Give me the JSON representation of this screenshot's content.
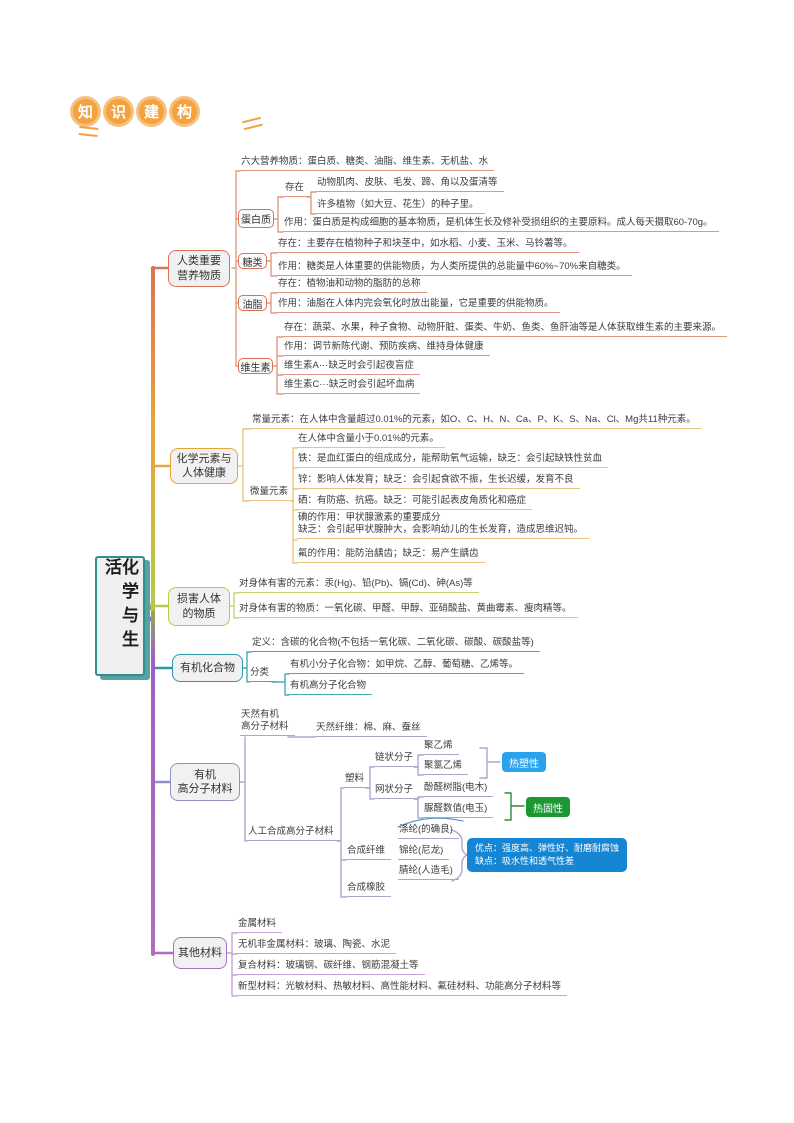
{
  "header_badge": {
    "characters": [
      "知",
      "识",
      "建",
      "构"
    ]
  },
  "root": {
    "title": "化学与生活"
  },
  "colors": {
    "coral": "#DB7257",
    "amber": "#E8A33D",
    "olive": "#B9C84B",
    "teal": "#2E96A8",
    "lavender": "#9092C6",
    "purple": "#AE6FC0",
    "badge_orange": "#F3A23F",
    "thermoplastic_blue": "#29A3EE",
    "thermoset_green": "#1C9833",
    "info_blue": "#1786D2"
  },
  "s1": {
    "node": [
      "人类重要",
      "营养物质"
    ],
    "overview": "六大营养物质：蛋白质、糖类、油脂、维生素、无机盐、水",
    "protein": {
      "label": "蛋白质",
      "exist_label": "存在",
      "exist1": "动物肌肉、皮肤、毛发、蹄、角以及蛋清等",
      "exist2": "许多植物（如大豆、花生）的种子里。",
      "role": "作用：蛋白质是构成细胞的基本物质，是机体生长及修补受损组织的主要原料。成人每天摄取60-70g。"
    },
    "sugar": {
      "label": "糖类",
      "exist": "存在：主要存在植物种子和块茎中，如水稻、小麦、玉米、马铃薯等。",
      "role": "作用：糖类是人体重要的供能物质，为人类所提供的总能量中60%~70%来自糖类。"
    },
    "fat": {
      "label": "油脂",
      "exist": "存在：植物油和动物的脂肪的总称",
      "role": "作用：油脂在人体内完会氧化时放出能量，它是重要的供能物质。"
    },
    "vitamin": {
      "label": "维生素",
      "exist": "存在：蔬菜、水果，种子食物、动物肝脏、蛋类、牛奶、鱼类、鱼肝油等是人体获取维生素的主要来源。",
      "role": "作用：调节新陈代谢、预防疾病、维持身体健康",
      "va": "维生素A···缺乏时会引起夜盲症",
      "vc": "维生素C···缺乏时会引起坏血病"
    }
  },
  "s2": {
    "node": [
      "化学元素与",
      "人体健康"
    ],
    "macro": "常量元素：在人体中含量超过0.01%的元素，如O、C、H、N、Ca、P、K、S、Na、Cl、Mg共11种元素。",
    "micro_label": "微量元素",
    "micro_def": "在人体中含量小于0.01%的元素。",
    "iron": "铁：是血红蛋白的组成成分，能帮助氧气运输，缺乏：会引起缺铁性贫血",
    "zinc": "锌：影响人体发育；缺乏：会引起食欲不振，生长迟缓，发育不良",
    "selenium": "硒：有防癌、抗癌。缺乏：可能引起表皮角质化和癌症",
    "iodine1": "碘的作用：甲状腺激素的重要成分",
    "iodine2": "缺乏：会引起甲状腺肿大，会影响幼儿的生长发育，造成思维迟钝。",
    "fluorine": "氟的作用：能防治龋齿；缺乏：易产生龋齿"
  },
  "s3": {
    "node": [
      "损害人体",
      "的物质"
    ],
    "elements": "对身体有害的元素：汞(Hg)、铅(Pb)、镉(Cd)、砷(As)等",
    "substances": "对身体有害的物质：一氧化碳、甲醛、甲醇、亚硝酸盐、黄曲霉素、瘦肉精等。"
  },
  "s4": {
    "node": [
      "有机化合物"
    ],
    "definition": "定义：含碳的化合物(不包括一氧化碳、二氧化碳、碳酸、碳酸盐等)",
    "category_label": "分类",
    "small": "有机小分子化合物：如甲烷、乙醇、葡萄糖、乙烯等。",
    "big": "有机高分子化合物"
  },
  "s5": {
    "node": [
      "有机",
      "高分子材料"
    ],
    "natural": [
      "天然有机",
      "高分子材料"
    ],
    "natural_fiber": "天然纤维：棉、麻、蚕丝",
    "synthetic_label": "人工合成高分子材料",
    "plastic_label": "塑料",
    "chain_label": "链状分子",
    "pe": "聚乙烯",
    "pvc": "聚氯乙烯",
    "thermoplastic_badge": "热塑性",
    "network_label": "网状分子",
    "phenolic": "酚醛树脂(电木)",
    "urea": "脲醛数值(电玉)",
    "thermoset_badge": "热固性",
    "fiber_label": "合成纤维",
    "polyester": "涤纶(的确良)",
    "nylon": "锦纶(尼龙)",
    "acrylic": "腈纶(人造毛)",
    "fiber_pros": "优点：强度高、弹性好、耐磨耐腐蚀",
    "fiber_cons": "缺点：吸水性和透气性差",
    "rubber_label": "合成橡胶"
  },
  "s6": {
    "node": [
      "其他材料"
    ],
    "metal": "金属材料",
    "inorganic": "无机非金属材料：玻璃、陶瓷、水泥",
    "composite": "复合材料：玻璃钢、碳纤维、钢筋混凝土等",
    "newmat": "新型材料：光敏材料、热敏材料、高性能材料、氟硅材料、功能高分子材料等"
  }
}
